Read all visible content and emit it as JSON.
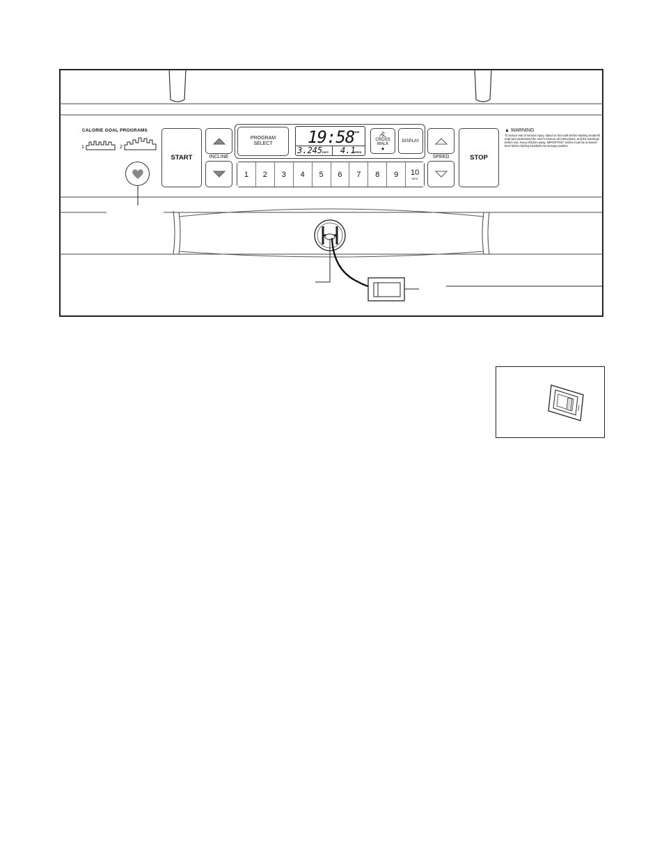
{
  "calorie_programs": {
    "title": "CALORIE GOAL PROGRAMS",
    "program1": "1",
    "program2": "2"
  },
  "buttons": {
    "start": "START",
    "stop": "STOP",
    "program_select_line1": "PROGRAM",
    "program_select_line2": "SELECT",
    "cross_walk_line1": "CROSS",
    "cross_walk_line2": "WALK",
    "display": "DISPLAY",
    "incline_label": "INCLINE",
    "speed_label": "SPEED",
    "speed_keys": [
      "1",
      "2",
      "3",
      "4",
      "5",
      "6",
      "7",
      "8",
      "9",
      "10"
    ],
    "mph": "MPH"
  },
  "lcd": {
    "time_value": "19:58",
    "time_label": "TIME",
    "dist_value": "3.245",
    "dist_label": "DIST.",
    "speed_value": "4.1",
    "speed_label": "SPEED"
  },
  "warning": {
    "title": "WARNING",
    "text": "To reduce risk of serious injury, stand on foot rails before starting treadmill, read and understand the user's manual, all instructions, and the warnings before use. Keep children away. IMPORTANT: Incline must be at lowest level before folding treadmill into storage position."
  }
}
